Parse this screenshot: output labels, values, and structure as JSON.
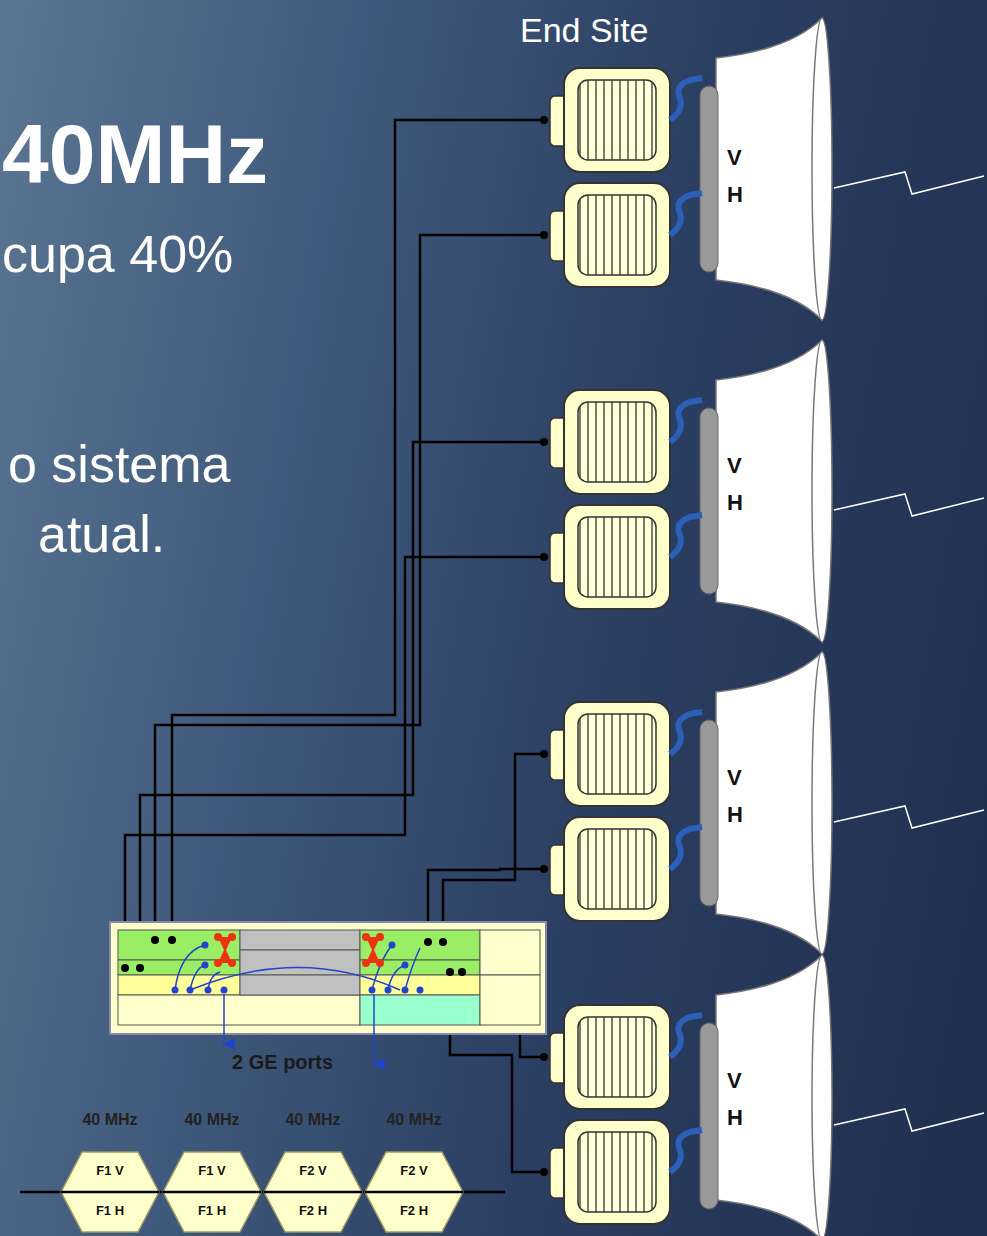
{
  "diagram": {
    "title": "40MHz",
    "nodes": [
      {
        "text": [
          "40 MHz",
          "F1 V",
          "F1 H"
        ]
      },
      {
        "text": [
          "40 MHz",
          "F1 V",
          "F1 H"
        ]
      },
      {
        "text": [
          "40 MHz",
          "F2 V",
          "F2 H"
        ]
      },
      {
        "text": [
          "40 MHz",
          "F2 V",
          "F2 H"
        ]
      }
    ],
    "labels": [
      "cupa 40%",
      "o sistema",
      "atual.",
      "End Site",
      "V",
      "H",
      "V",
      "H",
      "V",
      "H",
      "V",
      "H",
      "2 GE ports"
    ]
  }
}
